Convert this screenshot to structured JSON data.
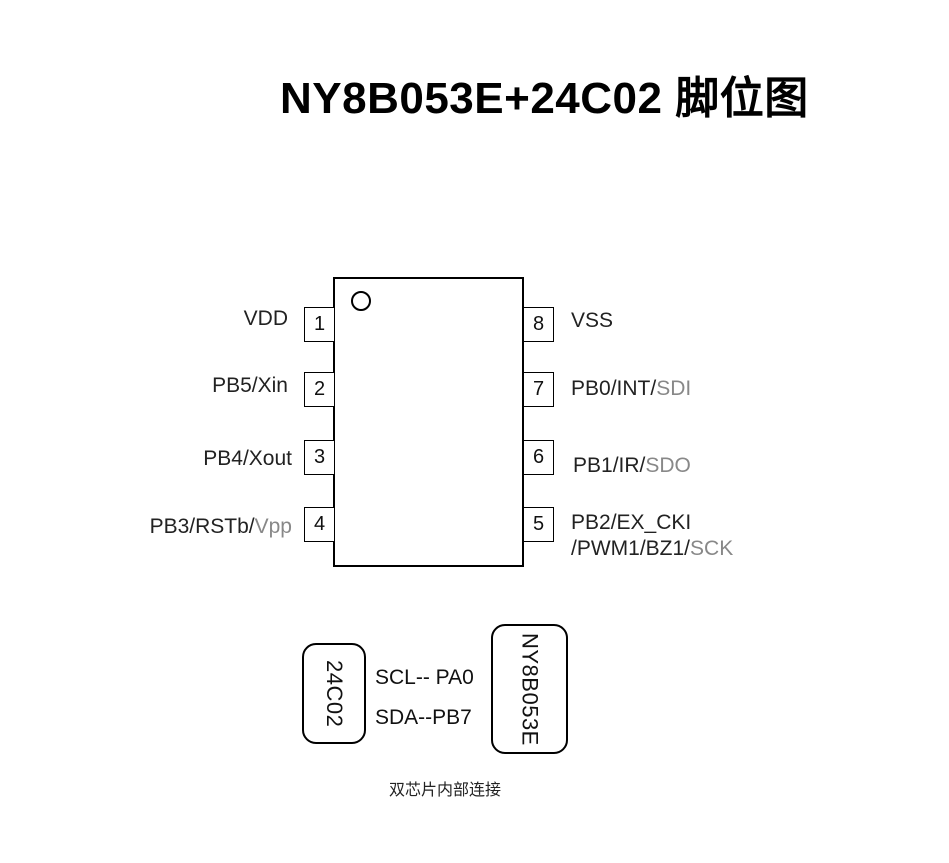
{
  "title": "NY8B053E+24C02 脚位图",
  "chip": {
    "pins": [
      {
        "num": "1",
        "label": "VDD",
        "extra": ""
      },
      {
        "num": "2",
        "label": "PB5/Xin",
        "extra": ""
      },
      {
        "num": "3",
        "label": "PB4/Xout",
        "extra": ""
      },
      {
        "num": "4",
        "label": "PB3/RSTb/",
        "extra": "Vpp"
      },
      {
        "num": "8",
        "label": "VSS",
        "extra": ""
      },
      {
        "num": "7",
        "label": "PB0/INT/",
        "extra": "SDI"
      },
      {
        "num": "6",
        "label": "PB1/IR/",
        "extra": "SDO"
      },
      {
        "num": "5",
        "label": "PB2/EX_CKI",
        "line2": "/PWM1/BZ1/",
        "extra": "SCK"
      }
    ]
  },
  "internal": {
    "eeprom": "24C02",
    "mcu": "NY8B053E",
    "scl": "SCL-- PA0",
    "sda": "SDA--PB7",
    "caption": "双芯片内部连接"
  }
}
